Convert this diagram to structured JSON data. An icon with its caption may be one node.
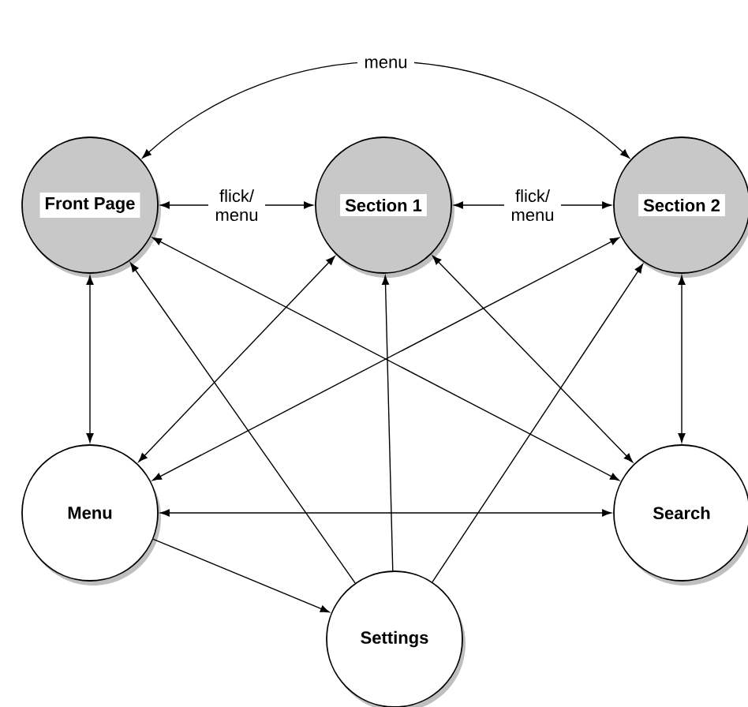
{
  "diagram": {
    "nodes": [
      {
        "text": [
          "Front Page"
        ]
      },
      {
        "text": [
          "Section 1"
        ]
      },
      {
        "text": [
          "Section 2"
        ]
      },
      {
        "text": [
          "Menu"
        ]
      },
      {
        "text": [
          "Search"
        ]
      },
      {
        "text": [
          "Settings"
        ]
      }
    ],
    "edges": [
      {
        "from": 0,
        "to": 1,
        "arrow": "both",
        "label": "flick/ menu"
      },
      {
        "from": 1,
        "to": 2,
        "arrow": "both",
        "label": "flick/ menu"
      },
      {
        "from": 0,
        "to": 2,
        "arrow": "both",
        "label": "menu"
      },
      {
        "from": 0,
        "to": 3,
        "arrow": "both"
      },
      {
        "from": 5,
        "to": 0,
        "arrow": "to"
      },
      {
        "from": 3,
        "to": 1,
        "arrow": "both"
      },
      {
        "from": 0,
        "to": 4,
        "arrow": "both"
      },
      {
        "from": 5,
        "to": 1,
        "arrow": "to"
      },
      {
        "from": 3,
        "to": 2,
        "arrow": "both"
      },
      {
        "from": 1,
        "to": 4,
        "arrow": "both"
      },
      {
        "from": 5,
        "to": 2,
        "arrow": "to"
      },
      {
        "from": 2,
        "to": 4,
        "arrow": "both"
      },
      {
        "from": 3,
        "to": 4,
        "arrow": "both"
      },
      {
        "from": 3,
        "to": 5,
        "arrow": "to"
      }
    ]
  }
}
